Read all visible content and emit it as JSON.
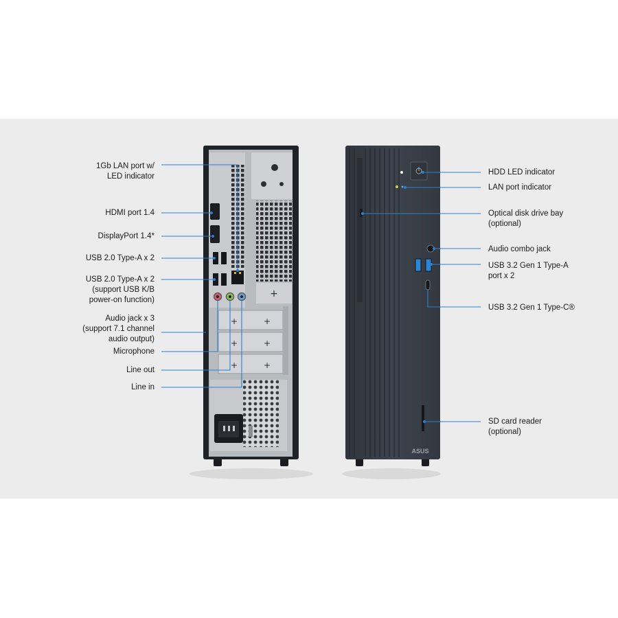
{
  "rear_labels": [
    {
      "id": "lan",
      "text": "1Gb LAN port w/\nLED indicator"
    },
    {
      "id": "hdmi",
      "text": "HDMI port 1.4"
    },
    {
      "id": "dp",
      "text": "DisplayPort 1.4*"
    },
    {
      "id": "usb2",
      "text": "USB 2.0 Type-A x 2"
    },
    {
      "id": "usb2kb",
      "text": "USB 2.0 Type-A x 2\n(support USB K/B\npower-on function)"
    },
    {
      "id": "audio",
      "text": "Audio jack x 3\n(support 7.1 channel\naudio output)"
    },
    {
      "id": "mic",
      "text": "Microphone"
    },
    {
      "id": "lineout",
      "text": "Line out"
    },
    {
      "id": "linein",
      "text": "Line in"
    }
  ],
  "front_labels": [
    {
      "id": "hdd",
      "text": "HDD LED indicator"
    },
    {
      "id": "lanled",
      "text": "LAN port indicator"
    },
    {
      "id": "odd",
      "text": "Optical disk drive bay\n(optional)"
    },
    {
      "id": "combo",
      "text": "Audio combo jack"
    },
    {
      "id": "usb32a",
      "text": "USB 3.2 Gen 1 Type-A\nport x 2"
    },
    {
      "id": "usbc",
      "text": "USB 3.2 Gen 1 Type-C®"
    },
    {
      "id": "sd",
      "text": "SD card reader\n(optional)"
    }
  ],
  "brand": "ASUS",
  "colors": {
    "callout": "#2a7fd4",
    "chassis": "#1f2226",
    "front_face": "#3a4049",
    "panel_bg": "#ececec",
    "io_plate": "#c4c6c9"
  }
}
